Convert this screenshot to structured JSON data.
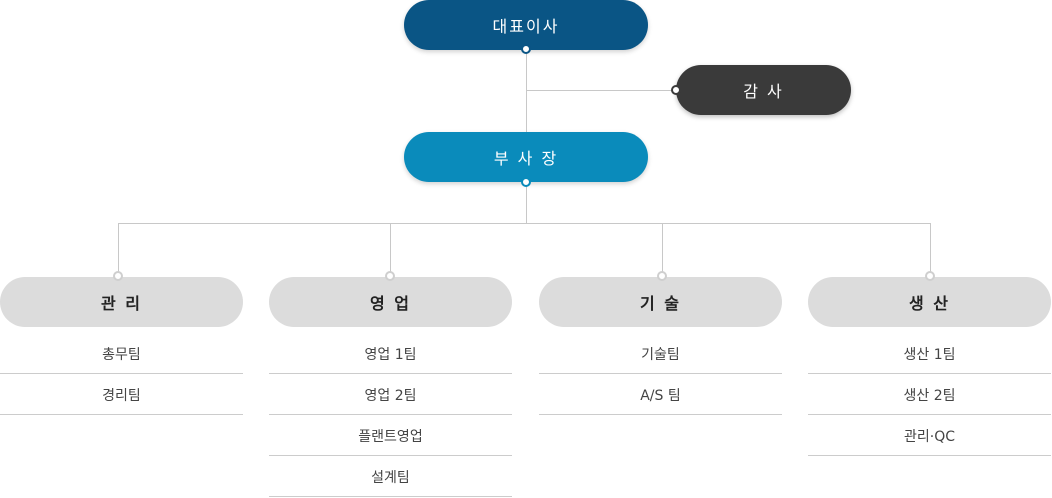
{
  "org": {
    "ceo": "대표이사",
    "auditor": "감 사",
    "vice_president": "부 사 장",
    "departments": [
      {
        "name": "관 리",
        "teams": [
          "총무팀",
          "경리팀"
        ]
      },
      {
        "name": "영 업",
        "teams": [
          "영업 1팀",
          "영업 2팀",
          "플랜트영업",
          "설계팀"
        ]
      },
      {
        "name": "기 술",
        "teams": [
          "기술팀",
          "A/S 팀"
        ]
      },
      {
        "name": "생 산",
        "teams": [
          "생산 1팀",
          "생산 2팀",
          "관리·QC"
        ]
      }
    ]
  }
}
